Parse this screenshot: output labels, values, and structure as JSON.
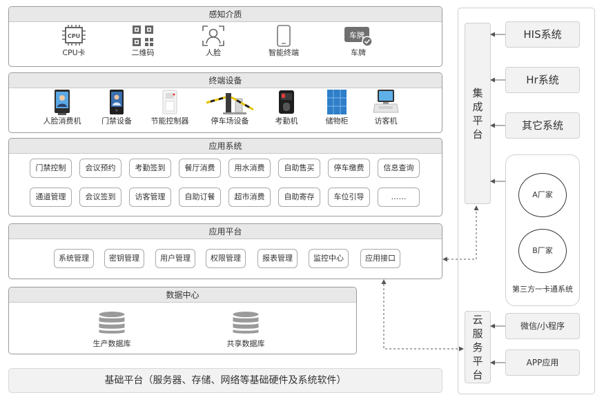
{
  "perception": {
    "title": "感知介质",
    "items": [
      {
        "label": "CPU卡",
        "icon": "cpu-chip-icon",
        "icon_text": "CPU"
      },
      {
        "label": "二维码",
        "icon": "qr-code-icon"
      },
      {
        "label": "人脸",
        "icon": "face-scan-icon"
      },
      {
        "label": "智能终端",
        "icon": "smartphone-icon"
      },
      {
        "label": "车牌",
        "icon": "license-plate-icon",
        "icon_text": "车牌"
      }
    ]
  },
  "devices": {
    "title": "终端设备",
    "items": [
      {
        "label": "人脸消费机",
        "icon": "face-pay-terminal-icon"
      },
      {
        "label": "门禁设备",
        "icon": "access-control-device-icon"
      },
      {
        "label": "节能控制器",
        "icon": "energy-controller-icon"
      },
      {
        "label": "停车场设备",
        "icon": "parking-barrier-icon"
      },
      {
        "label": "考勤机",
        "icon": "attendance-machine-icon"
      },
      {
        "label": "储物柜",
        "icon": "locker-icon"
      },
      {
        "label": "访客机",
        "icon": "visitor-machine-icon"
      }
    ]
  },
  "apps": {
    "title": "应用系统",
    "row1": [
      "门禁控制",
      "会议预约",
      "考勤签到",
      "餐厅消费",
      "用水消费",
      "自助售买",
      "停车缴费",
      "信息查询"
    ],
    "row2": [
      "通道管理",
      "会议签到",
      "访客管理",
      "自助订餐",
      "超市消费",
      "自助寄存",
      "车位引导",
      "……"
    ]
  },
  "platform": {
    "title": "应用平台",
    "items": [
      "系统管理",
      "密钥管理",
      "用户管理",
      "权限管理",
      "报表管理",
      "监控中心",
      "应用接口"
    ]
  },
  "datacenter": {
    "title": "数据中心",
    "items": [
      "生产数据库",
      "共享数据库"
    ]
  },
  "base": {
    "label": "基础平台（服务器、存储、网络等基础硬件及系统软件）"
  },
  "integration": {
    "title_chars": [
      "集",
      "成",
      "平",
      "台"
    ],
    "systems": [
      "HIS系统",
      "Hr系统",
      "其它系统"
    ],
    "third_party": {
      "label": "第三方一卡通系统",
      "vendors": [
        "A厂家",
        "B厂家"
      ]
    }
  },
  "cloud": {
    "title_chars": [
      "云",
      "服",
      "务",
      "平",
      "台"
    ],
    "items": [
      "微信/小程序",
      "APP应用"
    ]
  },
  "colors": {
    "border": "#9a9a9a",
    "header_bg": "#e8e8e8",
    "side_bg": "#f2f2f2",
    "arrow": "#555555"
  }
}
